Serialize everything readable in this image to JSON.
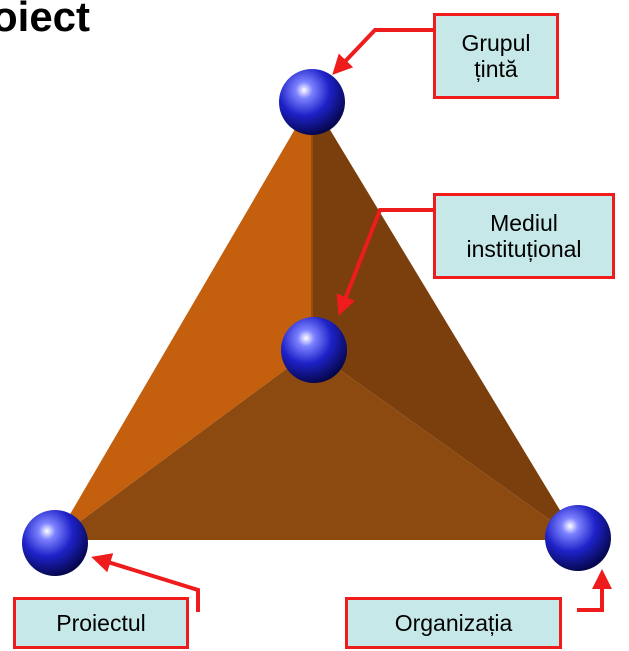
{
  "title": "oiect",
  "colors": {
    "face_left": "#c45f0e",
    "face_right": "#7a3f0c",
    "face_bottom": "#8c4a10",
    "sphere": "#1e22c8",
    "arrow": "#ee1c1c",
    "label_fill": "#c7e8e8",
    "label_border": "#ee1c1c"
  },
  "labels": {
    "grupul_tinta": {
      "line1": "Grupul",
      "line2": "țintă"
    },
    "mediul_institutional": {
      "line1": "Mediul",
      "line2": "instituțional"
    },
    "proiectul": "Proiectul",
    "organizatia": "Organizația"
  }
}
